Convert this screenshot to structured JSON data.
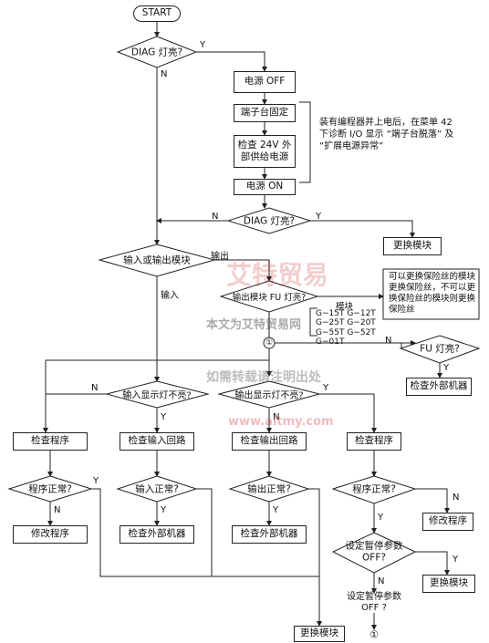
{
  "start": "START",
  "diag1": "DIAG 灯亮?",
  "power_off": "电源 OFF",
  "terminal_fix": "端子台固定",
  "check_24v": "检查 24V 外部供给电源",
  "power_on": "电源 ON",
  "note_24v": "装有编程器并上电后，在菜单 42 下诊断 I/O 显示 “端子台脱落” 及 “扩展电源异常”",
  "diag2": "DIAG 灯亮?",
  "replace_module_1": "更换模块",
  "io_module": "输入或输出模块",
  "output_label": "输出",
  "input_label": "输入",
  "fu_module": "输出模块 FU 灯亮?",
  "module_label": "模块",
  "module_list": [
    "G−15T  G−12T",
    "G−25T  G−20T",
    "G−55T  G−52T",
    "G−01T"
  ],
  "fuse_note": "可以更换保险丝的模块更换保险丝，不可以更换保险丝的模块则更换保险丝",
  "circle1": "①",
  "fu_lit": "FU 灯亮?",
  "check_ext_1": "检查外部机器",
  "input_led_off": "输入显示灯不亮?",
  "output_led_off": "输出显示灯不亮?",
  "check_program_1": "检查程序",
  "check_input_loop": "检查输入回路",
  "check_output_loop": "检查输出回路",
  "check_program_2": "检查程序",
  "program_ok_1": "程序正常?",
  "input_ok": "输入正常?",
  "output_ok": "输出正常?",
  "program_ok_2": "程序正常?",
  "modify_program_1": "修改程序",
  "check_ext_2": "检查外部机器",
  "check_ext_3": "检查外部机器",
  "modify_program_2": "修改程序",
  "set_pause_1": "设定暂停参数 OFF?",
  "replace_module_2": "更换模块",
  "set_pause_2": "设定暂停参数 OFF ?",
  "circle2": "①",
  "replace_module_3": "更换模块",
  "y": "Y",
  "n": "N",
  "watermark_logo": "艾特贸易",
  "watermark_line1": "本文为艾特贸易网",
  "watermark_line2": "如需转载请注明出处",
  "watermark_url": "www.aitmy.com"
}
